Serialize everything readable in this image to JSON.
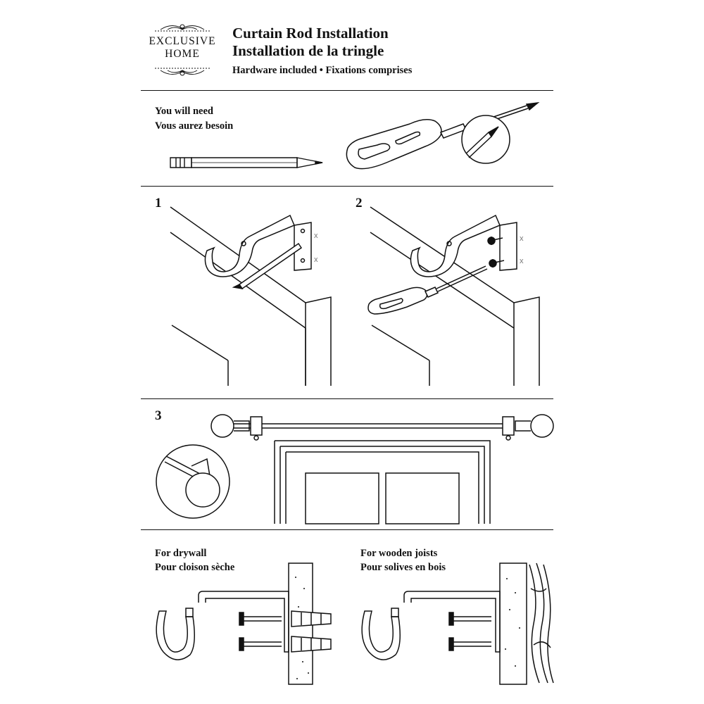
{
  "brand": {
    "line1": "EXCLUSIVE",
    "line2": "HOME"
  },
  "header": {
    "title_en": "Curtain Rod Installation",
    "title_fr": "Installation de la tringle",
    "subtitle": "Hardware included • Fixations comprises"
  },
  "tools": {
    "heading_en": "You will need",
    "heading_fr": "Vous aurez besoin",
    "items": [
      "pencil-icon",
      "phillips-screwdriver-icon"
    ]
  },
  "steps": [
    {
      "number": "1",
      "icons": [
        "bracket-icon",
        "pencil-icon"
      ],
      "marks": [
        "x",
        "x"
      ]
    },
    {
      "number": "2",
      "icons": [
        "bracket-icon",
        "screwdriver-icon",
        "screw-icon"
      ],
      "marks": [
        "x",
        "x"
      ]
    },
    {
      "number": "3",
      "icons": [
        "curtain-rod-icon",
        "finial-icon",
        "window-icon",
        "magnifier-detail-icon"
      ]
    }
  ],
  "mounting": {
    "drywall": {
      "label_en": "For drywall",
      "label_fr": "Pour cloison sèche"
    },
    "wood": {
      "label_en": "For wooden joists",
      "label_fr": "Pour solives en bois"
    }
  },
  "colors": {
    "line": "#111111",
    "background": "#ffffff"
  }
}
